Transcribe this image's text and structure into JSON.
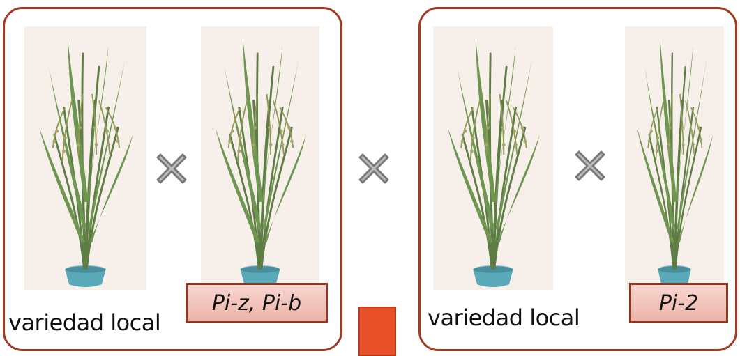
{
  "parents": {
    "left_local_label": "variedad local",
    "left_donor_genes": "Pi-z, Pi-b",
    "right_local_label": "variedad local",
    "right_donor_genes": "Pi-2"
  },
  "icons": {
    "cross": "cross-icon",
    "plant": "rice-plant-icon"
  },
  "colors": {
    "box_border": "#a33a22",
    "tag_fill": "#f0c2b9",
    "tag_border": "#8b3a26",
    "arrow": "#e8502a",
    "cross": "#7a7a7a"
  }
}
